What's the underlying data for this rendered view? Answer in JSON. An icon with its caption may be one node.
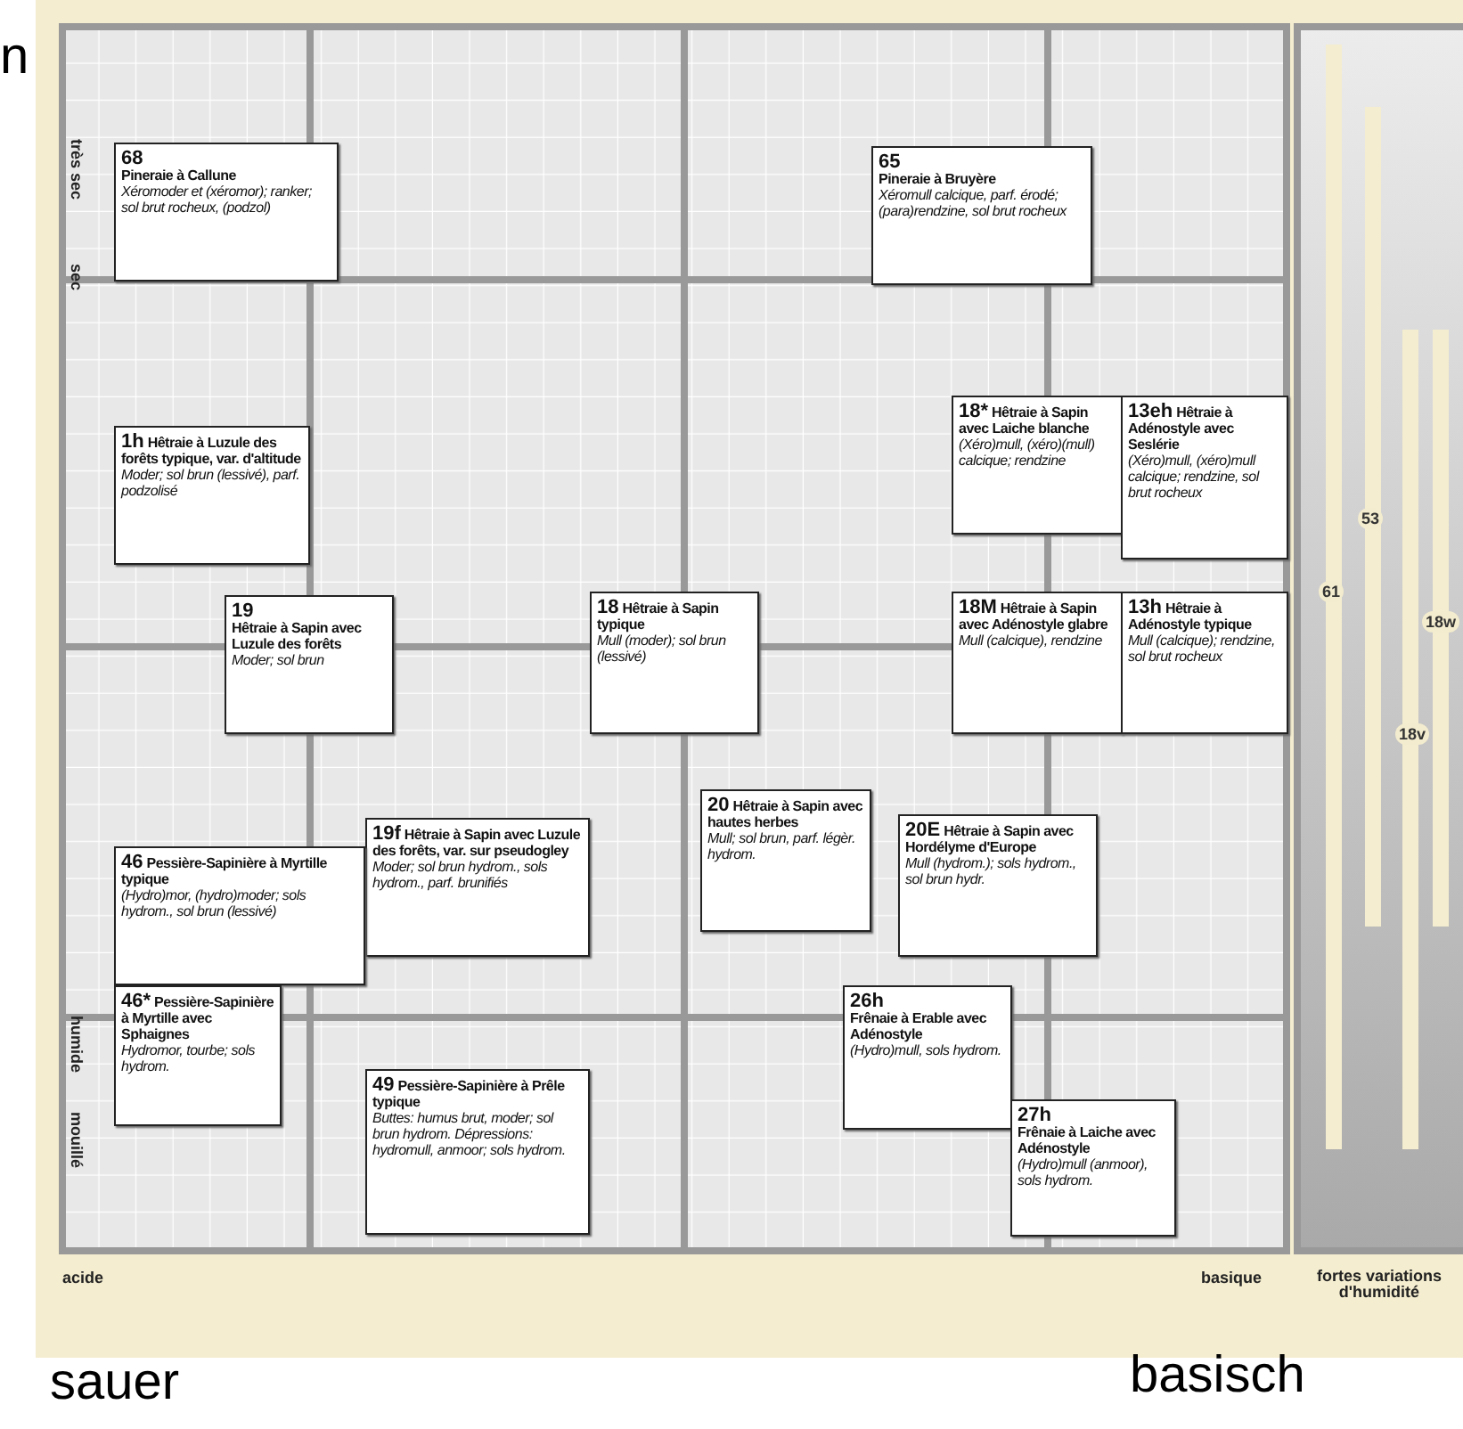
{
  "diagram": {
    "nodes": [
      {
        "text": [
          "68",
          "Pineraie à Callune",
          "Xéromoder et (xéromor); ranker; sol brut rocheux, (podzol)"
        ]
      },
      {
        "text": [
          "65",
          "Pineraie à Bruyère",
          "Xéromull calcique, parf. érodé; (para)rendzine, sol brut rocheux"
        ]
      },
      {
        "text": [
          "1h",
          "Hêtraie à Luzule des forêts typique, var. d'altitude",
          "Moder; sol brun (lessivé), parf. podzolisé"
        ]
      },
      {
        "text": [
          "18*",
          "Hêtraie à Sapin avec Laiche blanche",
          "(Xéro)mull, (xéro)(mull) calcique; rendzine"
        ]
      },
      {
        "text": [
          "13eh",
          "Hêtraie à Adénostyle avec Seslérie",
          "(Xéro)mull, (xéro)mull calcique; rendzine, sol brut rocheux"
        ]
      },
      {
        "text": [
          "19",
          "Hêtraie à Sapin avec Luzule des forêts",
          "Moder; sol brun"
        ]
      },
      {
        "text": [
          "18",
          "Hêtraie à Sapin typique",
          "Mull (moder); sol brun (lessivé)"
        ]
      },
      {
        "text": [
          "18M",
          "Hêtraie à Sapin avec Adénostyle glabre",
          "Mull (calcique), rendzine"
        ]
      },
      {
        "text": [
          "13h",
          "Hêtraie à Adénostyle typique",
          "Mull (calcique); rendzine, sol brut rocheux"
        ]
      },
      {
        "text": [
          "20",
          "Hêtraie à Sapin avec hautes herbes",
          "Mull; sol brun, parf. légèr. hydrom."
        ]
      },
      {
        "text": [
          "19f",
          "Hêtraie à Sapin avec Luzule des forêts, var. sur pseudogley",
          "Moder; sol brun hydrom., sols hydrom., parf. brunifiés"
        ]
      },
      {
        "text": [
          "20E",
          "Hêtraie à Sapin avec Hordélyme d'Europe",
          "Mull (hydrom.); sols hydrom., sol brun hydr."
        ]
      },
      {
        "text": [
          "46",
          "Pessière-Sapinière à Myrtille typique",
          "(Hydro)mor, (hydro)moder; sols hydrom., sol brun (lessivé)"
        ]
      },
      {
        "text": [
          "46*",
          "Pessière-Sapinière à Myrtille avec Sphaignes",
          "Hydromor, tourbe; sols hydrom."
        ]
      },
      {
        "text": [
          "26h",
          "Frênaie à Erable avec Adénostyle",
          "(Hydro)mull, sols hydrom."
        ]
      },
      {
        "text": [
          "49",
          "Pessière-Sapinière à Prêle typique",
          "Buttes: humus brut, moder; sol brun hydrom. Dépressions: hydromull, anmoor; sols hydrom."
        ]
      },
      {
        "text": [
          "27h",
          "Frênaie à Laiche avec Adénostyle",
          "(Hydro)mull (anmoor), sols hydrom."
        ]
      },
      {
        "text": [
          "61"
        ]
      },
      {
        "text": [
          "53"
        ]
      },
      {
        "text": [
          "18w"
        ]
      },
      {
        "text": [
          "18v"
        ]
      }
    ],
    "edges": [],
    "labels": [
      "n",
      "très sec",
      "sec",
      "humide",
      "mouillé",
      "acide",
      "basique",
      "fortes variations d'humidité",
      "sauer",
      "basisch"
    ]
  }
}
